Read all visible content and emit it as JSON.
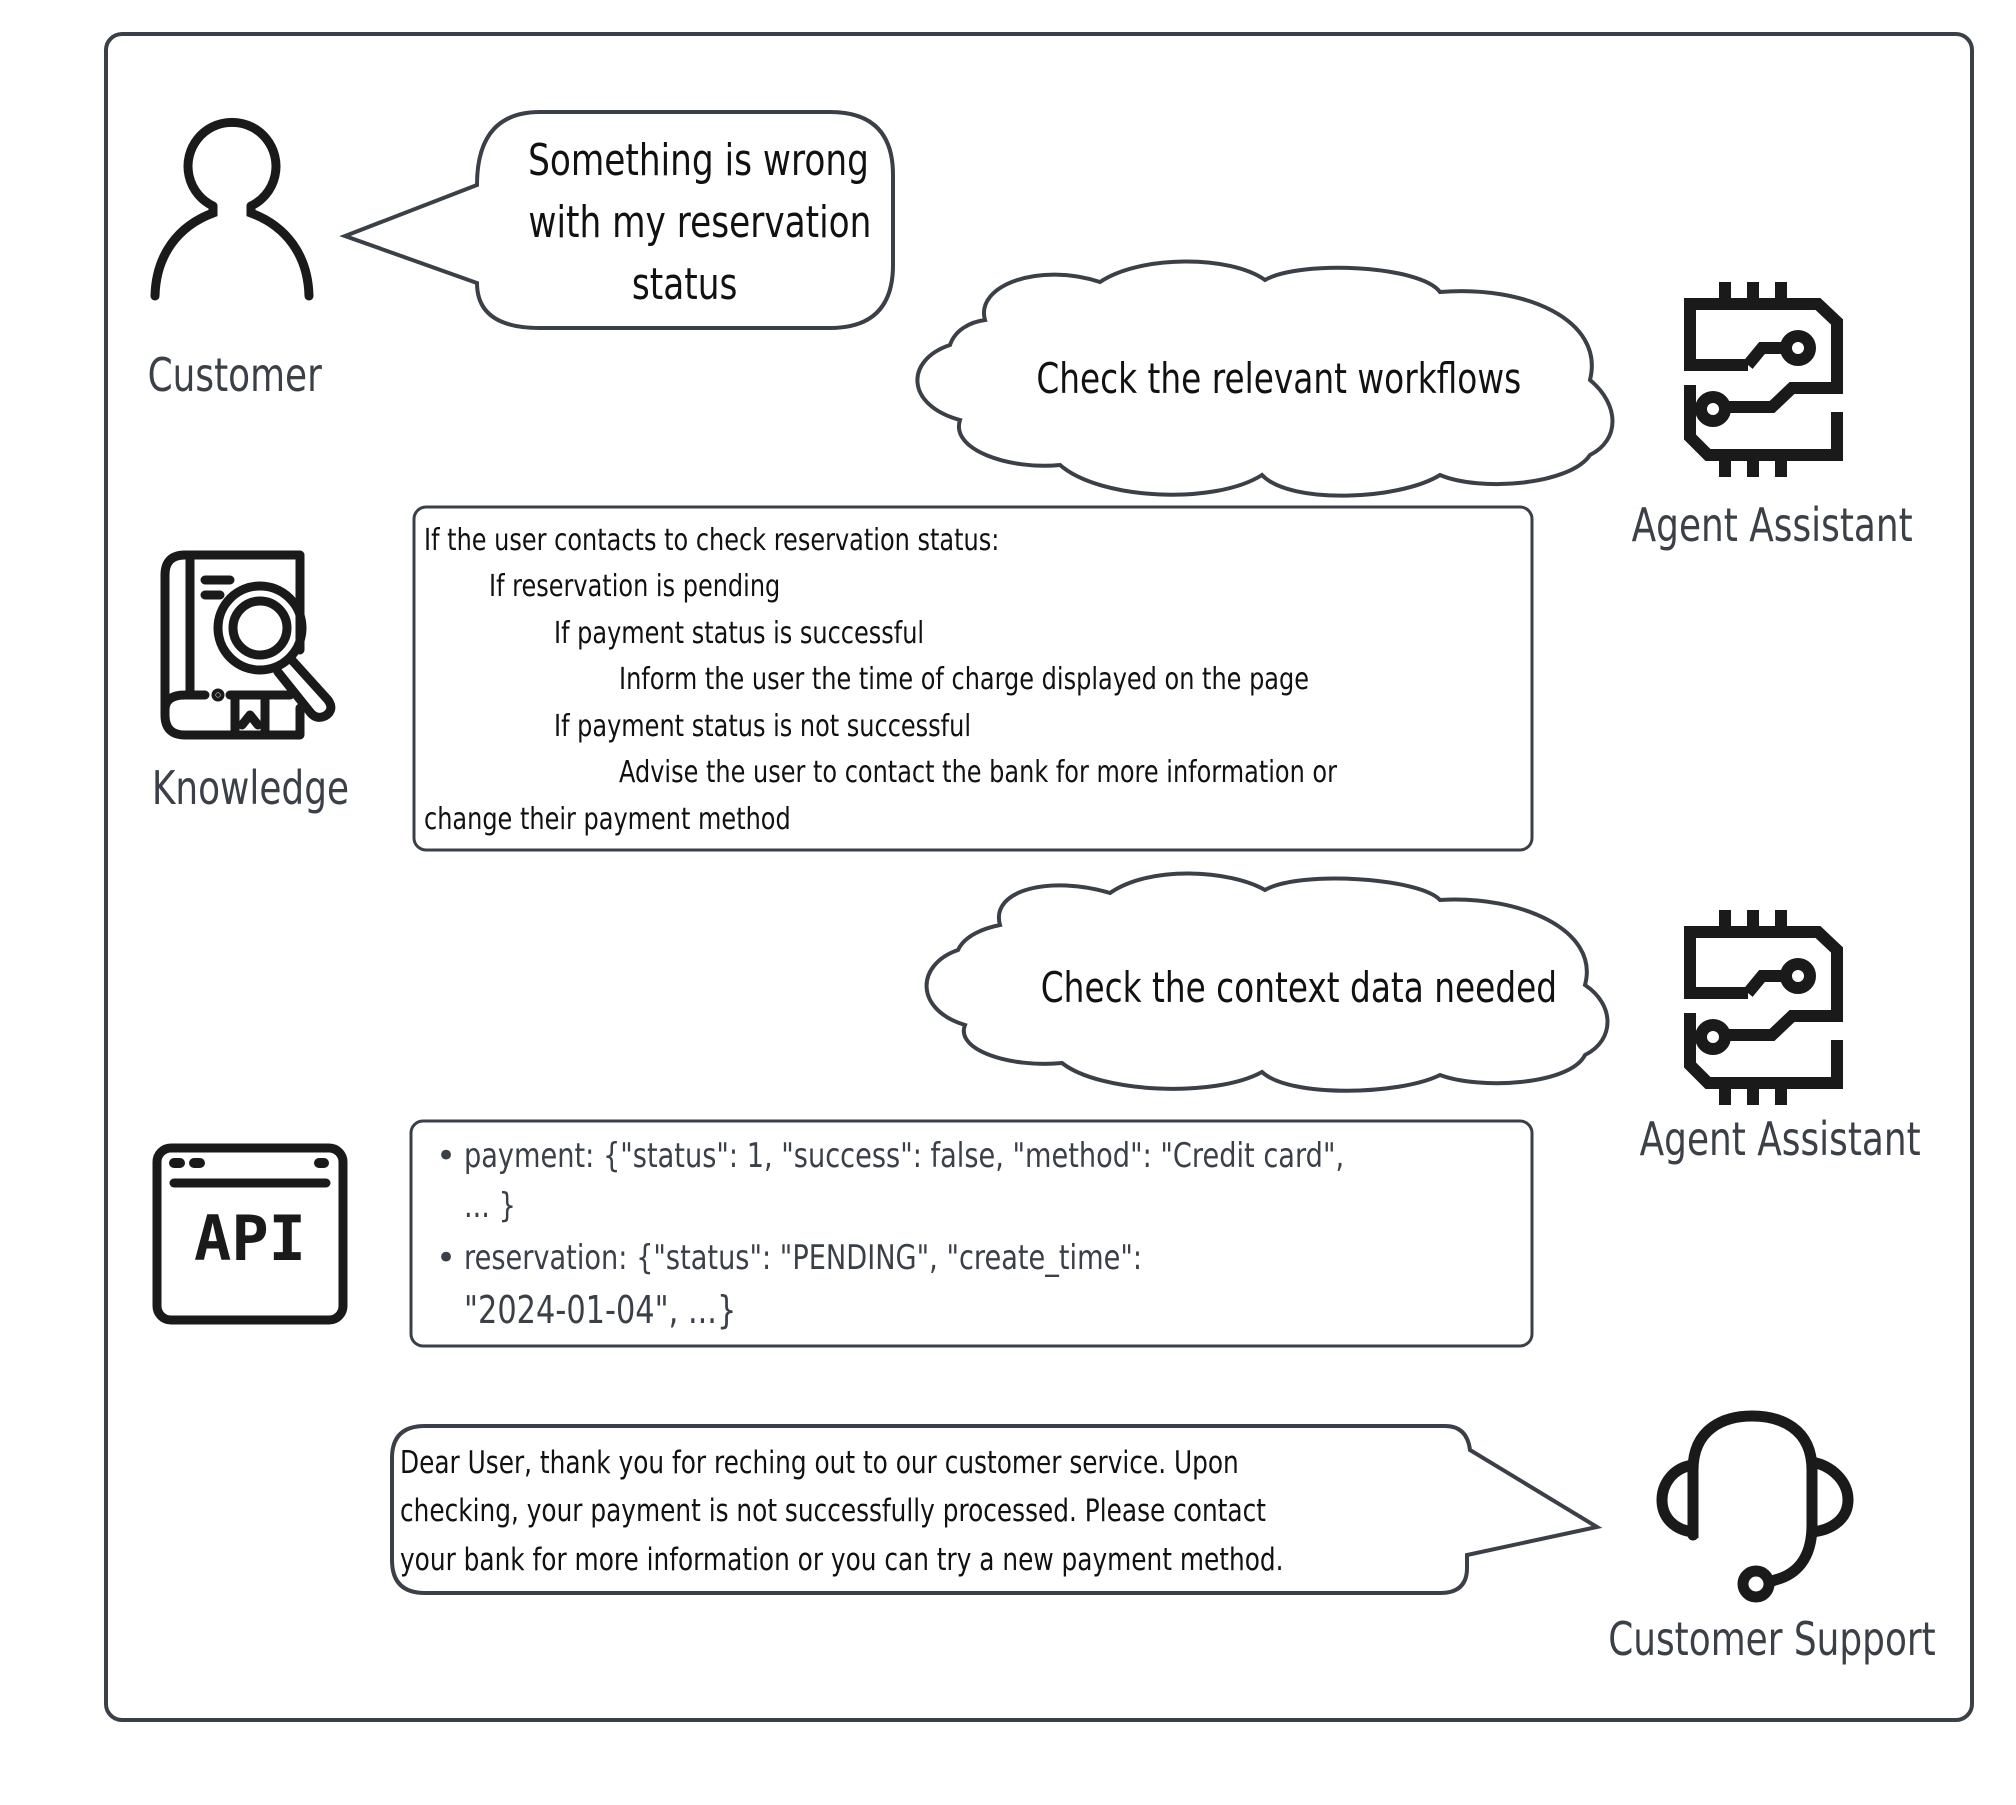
{
  "actors": {
    "customer": {
      "label": "Customer",
      "icon": "person-icon"
    },
    "agent_assistant_1": {
      "label": "Agent Assistant",
      "icon": "circuit-chip-icon"
    },
    "knowledge": {
      "label": "Knowledge",
      "icon": "book-search-icon"
    },
    "agent_assistant_2": {
      "label": "Agent Assistant",
      "icon": "circuit-chip-icon"
    },
    "api": {
      "label": "API",
      "icon": "api-window-icon"
    },
    "customer_support": {
      "label": "Customer Support",
      "icon": "headset-icon"
    }
  },
  "customer_message": {
    "lines": [
      "Something is wrong",
      "with my reservation",
      "status"
    ]
  },
  "thought_1": {
    "text": "Check the relevant workflows"
  },
  "knowledge_workflow": {
    "lines": [
      "If the user contacts to check reservation status:",
      "If reservation is pending",
      "If payment status is successful",
      "Inform the user the time of charge displayed on the page",
      "If payment status is not successful",
      "Advise the user to contact the bank for more information or",
      "change their payment method"
    ]
  },
  "thought_2": {
    "text": "Check the context data needed"
  },
  "api_data": {
    "bullet": "•",
    "items": [
      {
        "line1": "payment: {\"status\": 1, \"success\": false, \"method\": \"Credit card\",",
        "line2": "... }"
      },
      {
        "line1": "reservation: {\"status\": \"PENDING\", \"create_time\":",
        "line2": "\"2024-01-04\", ...}"
      }
    ]
  },
  "support_response": {
    "lines": [
      "Dear User, thank you for reching out to our customer service. Upon",
      "checking, your payment is not successfully processed. Please contact",
      "your bank for more information or you can try a new payment method."
    ]
  },
  "colors": {
    "frame": "#3b4048",
    "label": "#3b4048",
    "icon": "#1a1a1a",
    "text": "#111111"
  }
}
